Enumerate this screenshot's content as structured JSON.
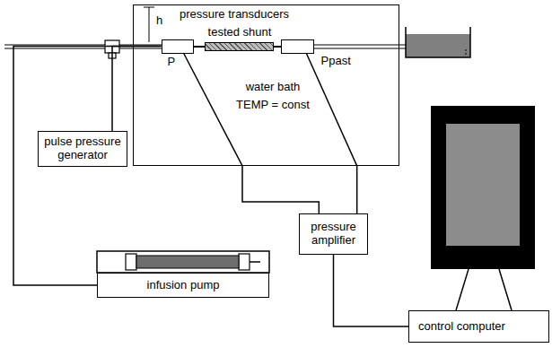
{
  "diagram": {
    "nodes": [
      {
        "text": [
          "water bath",
          "TEMP = const"
        ]
      },
      {
        "text": [
          "P"
        ],
        "in": 0
      },
      {
        "text": [
          "tested shunt"
        ],
        "in": 0
      },
      {
        "text": [
          "Ppast"
        ],
        "in": 0
      },
      {
        "text": [
          "pulse pressure generator"
        ]
      },
      {
        "text": [
          "infusion pump"
        ]
      },
      {
        "text": [
          "pressure amplifier"
        ]
      },
      {
        "text": [
          "control computer"
        ]
      }
    ],
    "edges": [
      {
        "from": 4,
        "to": 1,
        "arrow": "none"
      },
      {
        "from": 5,
        "to": 1,
        "arrow": "none"
      },
      {
        "from": 1,
        "to": 6,
        "arrow": "none"
      },
      {
        "from": 3,
        "to": 6,
        "arrow": "none"
      },
      {
        "from": 6,
        "to": 7,
        "arrow": "none"
      }
    ],
    "labels": [
      "pressure transducers",
      "h"
    ]
  }
}
